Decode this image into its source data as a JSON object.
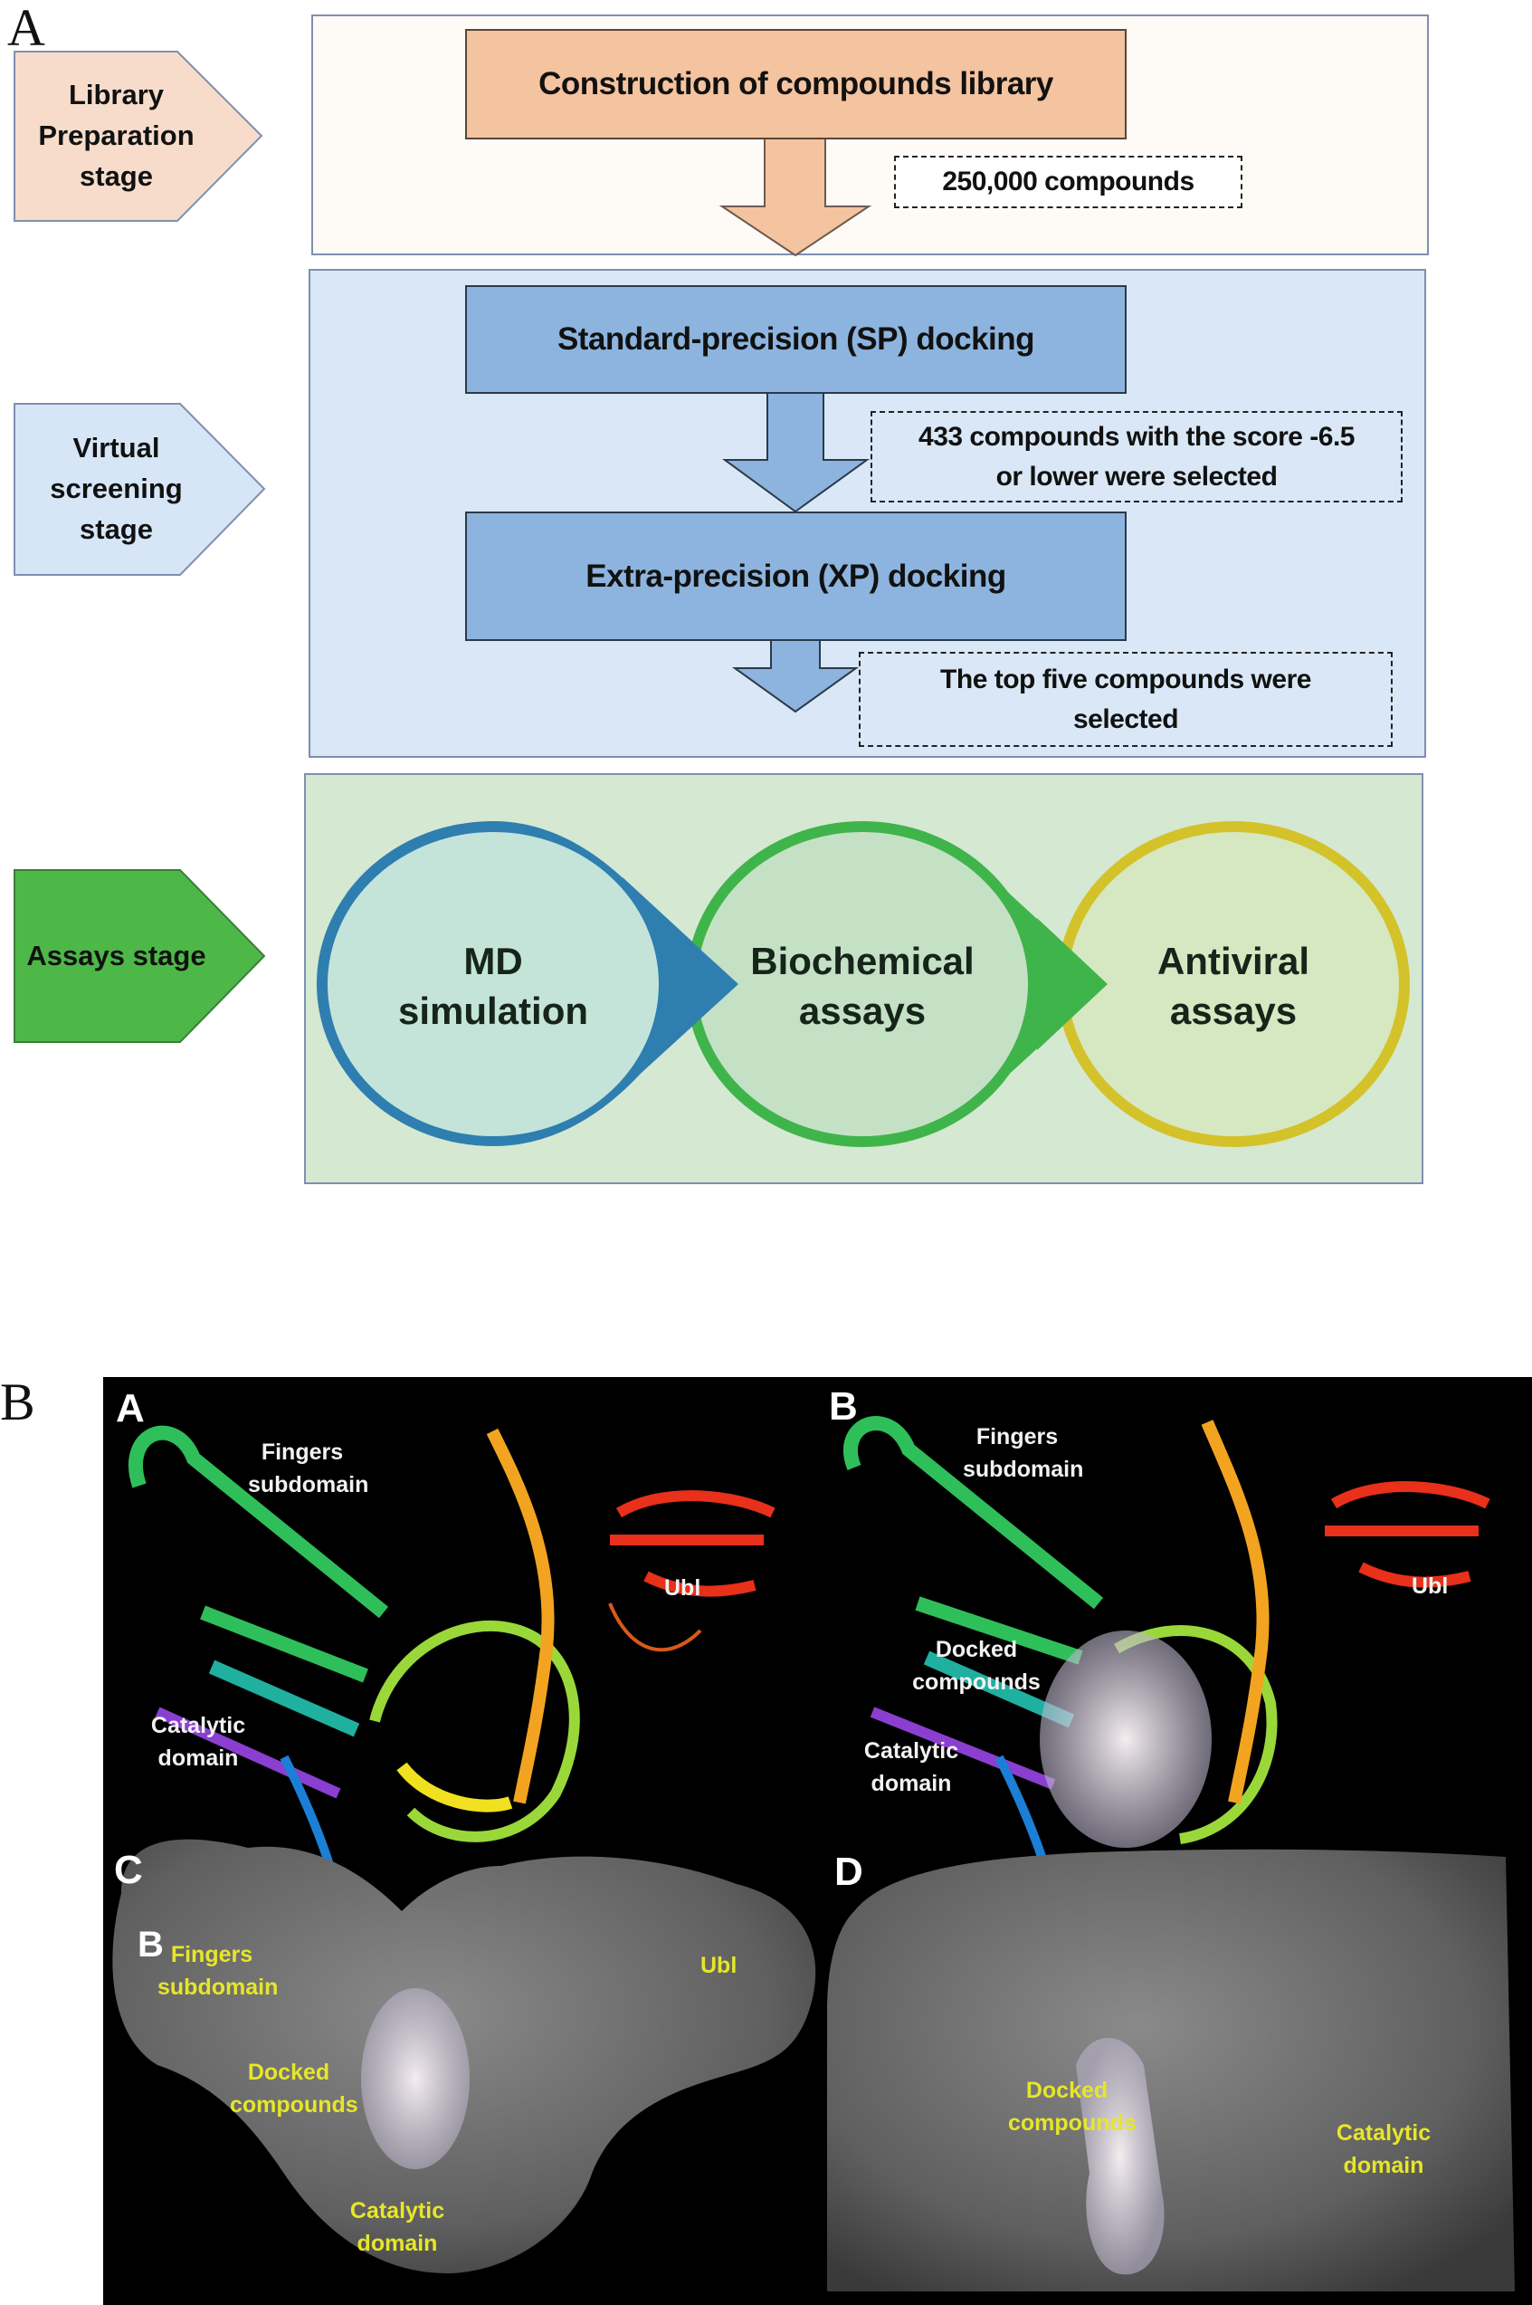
{
  "part_a": {
    "panel_label": "A",
    "stages": [
      {
        "label_lines": [
          "Library",
          "Preparation",
          "stage"
        ],
        "color": "#f7dccb"
      },
      {
        "label_lines": [
          "Virtual",
          "screening",
          "stage"
        ],
        "color": "#d6e6f6"
      },
      {
        "label_lines": [
          "Assays stage"
        ],
        "color": "#4db848"
      }
    ],
    "library": {
      "step": "Construction of compounds library",
      "note": "250,000 compounds",
      "container_color": "#fefaf6",
      "box_color": "#f4c39f"
    },
    "virtual_screening": {
      "steps": [
        "Standard-precision (SP) docking",
        "Extra-precision (XP) docking"
      ],
      "notes": [
        [
          "433 compounds with the score -6.5",
          "or lower were selected"
        ],
        [
          "The top five compounds were",
          "selected"
        ]
      ],
      "container_color": "#d9e7f6",
      "box_color": "#8cb4de"
    },
    "assays": {
      "container_color": "#d5e8d2",
      "circles": [
        {
          "lines": [
            "MD",
            "simulation"
          ],
          "ring_color": "#2e7eb0",
          "fill": "#c4e4da"
        },
        {
          "lines": [
            "Biochemical",
            "assays"
          ],
          "ring_color": "#3fb44a",
          "fill": "#c5e1c5"
        },
        {
          "lines": [
            "Antiviral",
            "assays"
          ],
          "ring_color": "#d4c22a",
          "fill": "#d6e8c2"
        }
      ]
    }
  },
  "part_b": {
    "panel_label": "B",
    "subpanels": [
      {
        "letter": "A",
        "labels": [
          "Fingers subdomain",
          "Ubl",
          "Catalytic domain"
        ]
      },
      {
        "letter": "B",
        "labels": [
          "Fingers subdomain",
          "Ubl",
          "Docked compounds",
          "Catalytic domain"
        ]
      },
      {
        "letter": "C",
        "labels": [
          "Fingers subdomain",
          "Ubl",
          "Docked compounds",
          "Catalytic domain"
        ],
        "stray_letter": "B"
      },
      {
        "letter": "D",
        "labels": [
          "Docked compounds",
          "Catalytic domain"
        ]
      }
    ]
  }
}
